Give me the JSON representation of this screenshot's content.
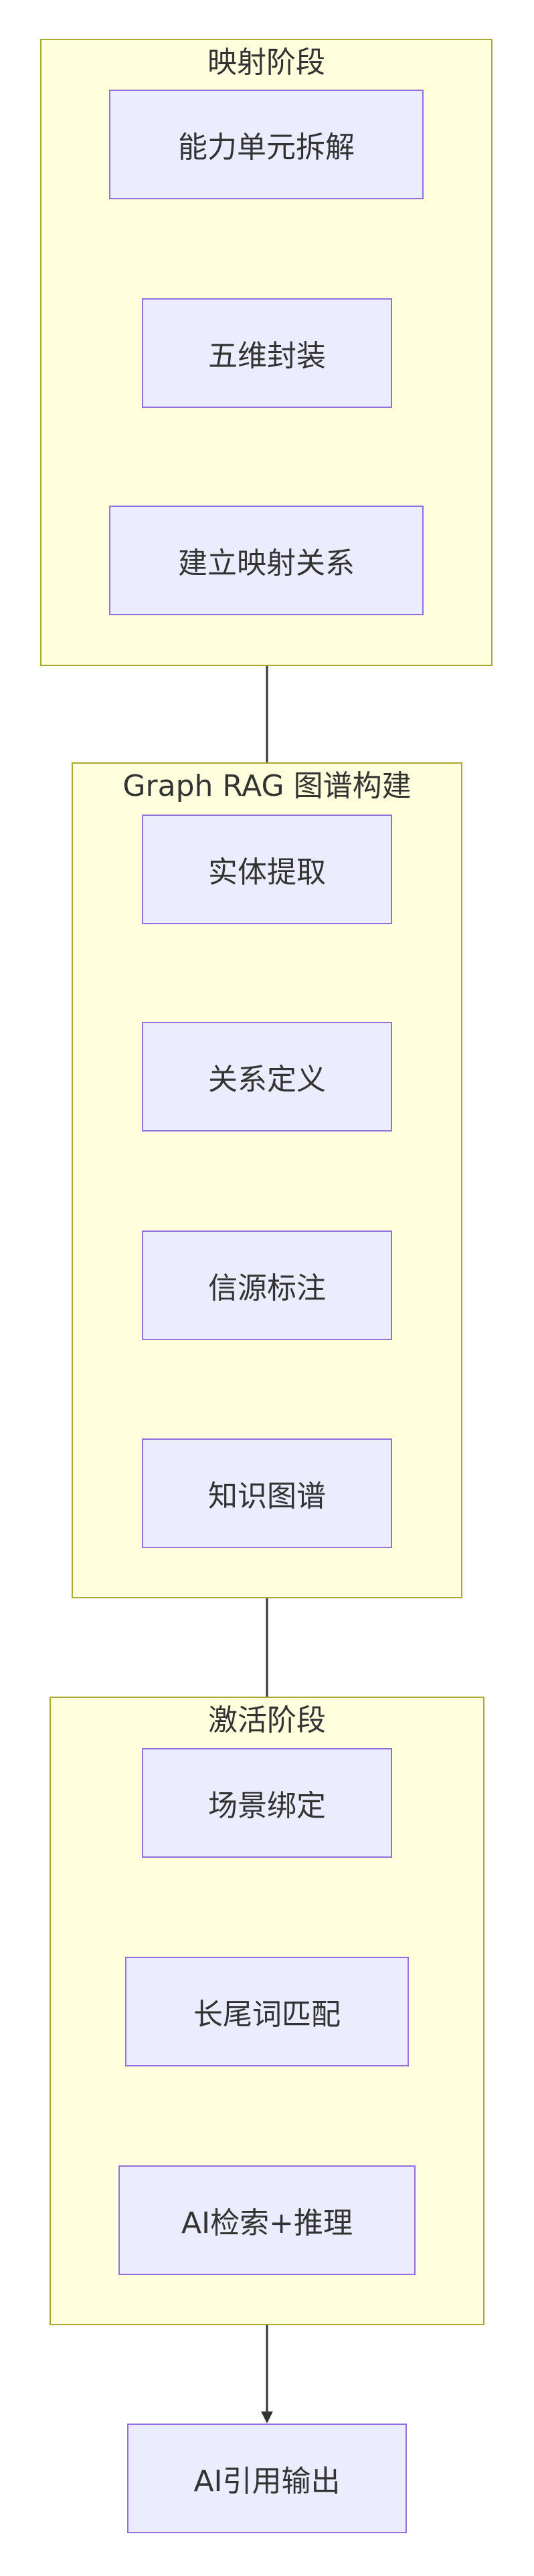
{
  "clusters": {
    "mapping": "映射阶段",
    "graph": "Graph RAG 图谱构建",
    "activation": "激活阶段"
  },
  "nodes": {
    "capability_split": "能力单元拆解",
    "five_dim": "五维封装",
    "build_mapping": "建立映射关系",
    "entity_extract": "实体提取",
    "relation_def": "关系定义",
    "source_label": "信源标注",
    "knowledge_graph": "知识图谱",
    "scene_bind": "场景绑定",
    "longtail_match": "长尾词匹配",
    "ai_retrieval": "AI检索+推理",
    "ai_output": "AI引用输出"
  },
  "colors": {
    "cluster_fill": "#ffffde",
    "cluster_border": "#aaaa33",
    "node_fill": "#ececff",
    "node_border": "#9370db",
    "edge": "#333333",
    "text": "#333333"
  }
}
